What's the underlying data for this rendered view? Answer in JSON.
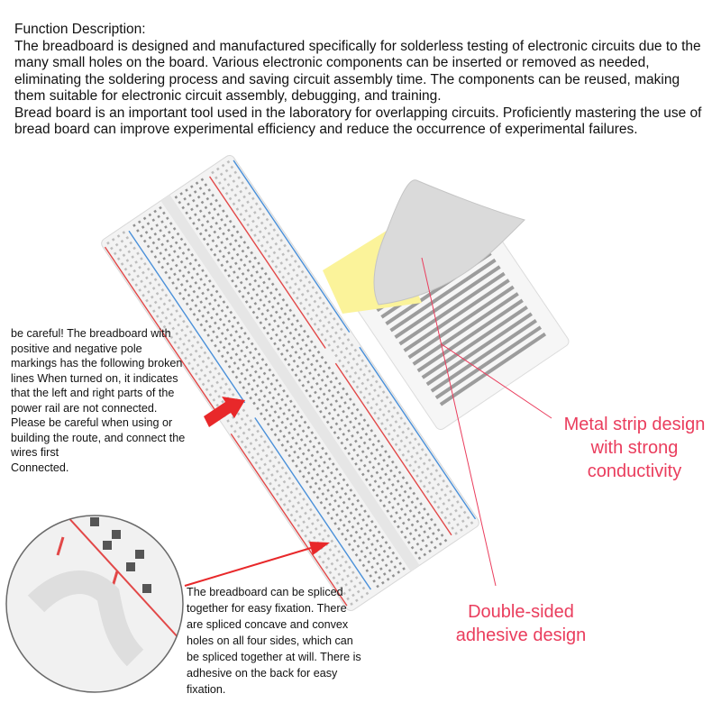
{
  "description": {
    "heading": "Function Description:",
    "paragraph_1": "The breadboard is designed and manufactured specifically for solderless testing of electronic circuits due to the many small holes on the board. Various electronic components can be inserted or removed as needed, eliminating the soldering process and saving circuit assembly time. The components can be reused, making them suitable for electronic circuit assembly, debugging, and training.",
    "paragraph_2": "Bread board is an important tool used in the laboratory for overlapping circuits. Proficiently mastering the use of bread board can improve experimental efficiency and reduce the occurrence of experimental failures."
  },
  "power_rail_note": {
    "text": "be careful! The breadboard with positive and negative pole markings has the following broken lines When turned on, it indicates that the left and right parts of the power rail are not connected. Please be careful when using or building the route, and connect the wires first",
    "last_line": "Connected."
  },
  "splice_note": "The breadboard can be spliced together for easy fixation. There are spliced concave and convex holes on all four sides, which can be spliced together at will. There is adhesive on the back for easy fixation.",
  "callouts": {
    "metal_strip": {
      "line_1": "Metal strip design",
      "line_2": "with strong",
      "line_3": "conductivity"
    },
    "adhesive": {
      "line_1": "Double-sided",
      "line_2": "adhesive design"
    }
  },
  "colors": {
    "callout": "#ea3d5d",
    "arrow": "#e8282a",
    "rail_red": "#e24848",
    "rail_blue": "#4a90d9",
    "backing_yellow": "#fbf39a",
    "board": "#f4f4f4"
  },
  "icons": {
    "pointer_arrow": "red-arrow-icon",
    "board_rail_marks": [
      "+",
      "-"
    ]
  }
}
